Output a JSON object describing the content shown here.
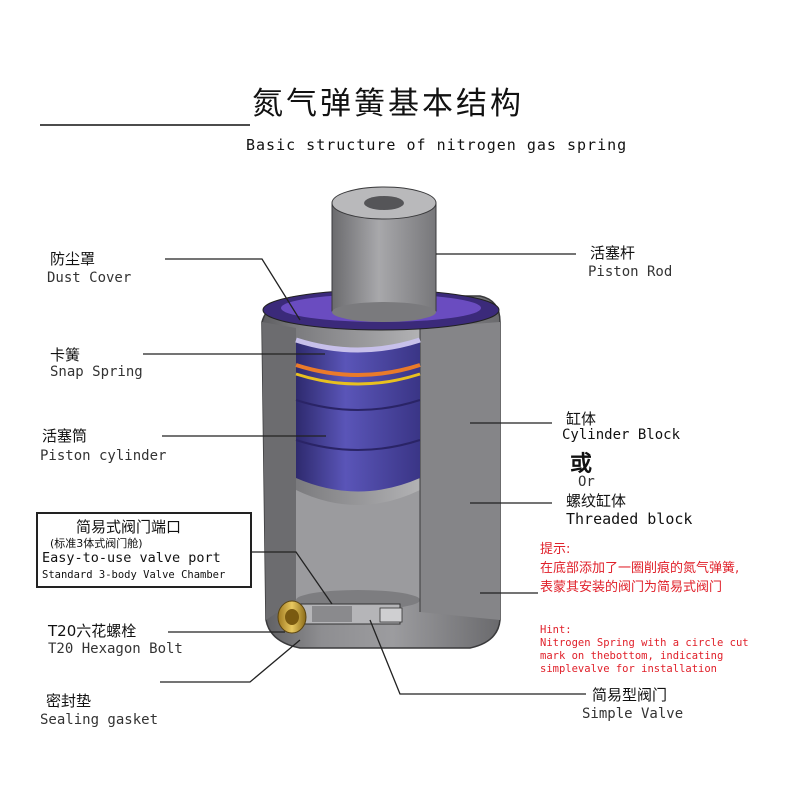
{
  "title": {
    "zh": "氮气弹簧基本结构",
    "en": "Basic structure of nitrogen gas spring"
  },
  "labels": {
    "dust_cover": {
      "zh": "防尘罩",
      "en": "Dust Cover"
    },
    "snap_spring": {
      "zh": "卡簧",
      "en": "Snap Spring"
    },
    "piston_cylinder": {
      "zh": "活塞筒",
      "en": "Piston cylinder"
    },
    "valve_port": {
      "zh": "简易式阀门端口",
      "zh_sub": "(标准3体式阀门舱)",
      "en": "Easy-to-use valve port",
      "en_sub": "Standard 3-body Valve Chamber"
    },
    "hex_bolt": {
      "zh": "T20六花螺栓",
      "en": "T20 Hexagon Bolt"
    },
    "sealing_gasket": {
      "zh": "密封垫",
      "en": "Sealing gasket"
    },
    "piston_rod": {
      "zh": "活塞杆",
      "en": "Piston Rod"
    },
    "cylinder_block": {
      "zh": "缸体",
      "en": "Cylinder Block"
    },
    "or": {
      "zh": "或",
      "en": "Or"
    },
    "threaded_block": {
      "zh": "螺纹缸体",
      "en": "Threaded block"
    },
    "simple_valve": {
      "zh": "简易型阀门",
      "en": "Simple Valve"
    }
  },
  "hint": {
    "zh_title": "提示:",
    "zh_body": "在底部添加了一圈削痕的氮气弹簧,表蒙其安装的阀门为简易式阀门",
    "en_title": "Hint:",
    "en_body": "Nitrogen Spring with a circle cut mark on thebottom, indicating simplevalve for installation"
  },
  "colors": {
    "hint_red": "#e0202a",
    "body_gray": "#8a8a8c",
    "purple": "#5a3fa0",
    "accent_orange": "#e8a020"
  }
}
